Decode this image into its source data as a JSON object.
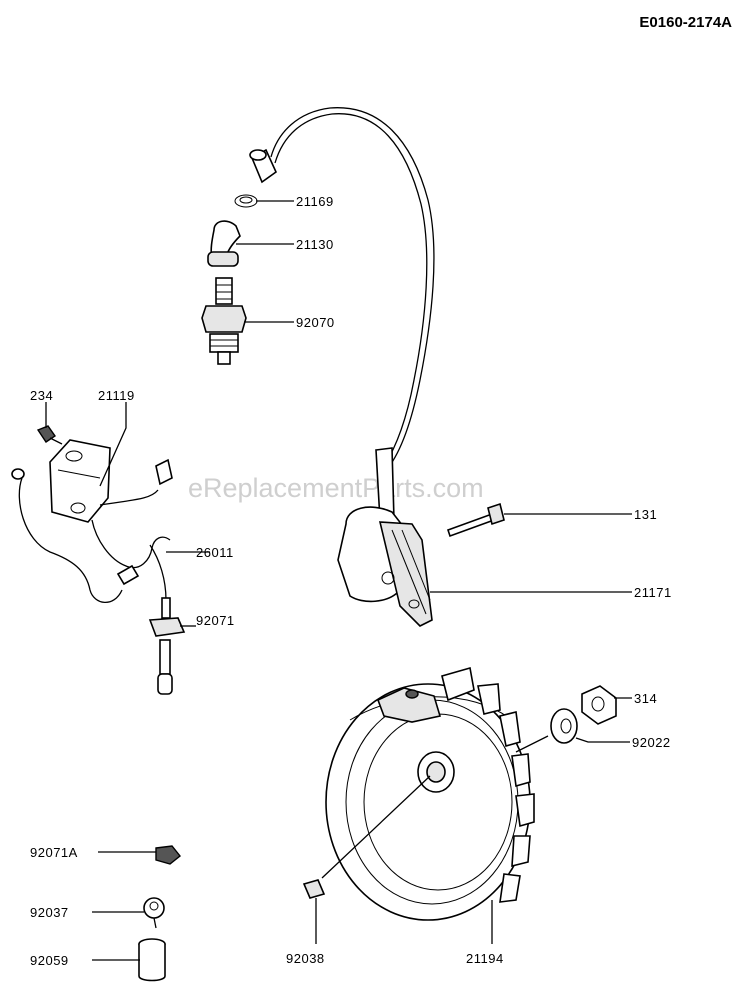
{
  "diagram": {
    "code": "E0160-2174A",
    "watermark": "eReplacementParts.com",
    "labels": {
      "p21169": "21169",
      "p21130": "21130",
      "p92070": "92070",
      "p234": "234",
      "p21119": "21119",
      "p26011": "26011",
      "p92071": "92071",
      "p131": "131",
      "p21171": "21171",
      "p314": "314",
      "p92022": "92022",
      "p92071A": "92071A",
      "p92037": "92037",
      "p92059": "92059",
      "p92038": "92038",
      "p21194": "21194"
    }
  }
}
